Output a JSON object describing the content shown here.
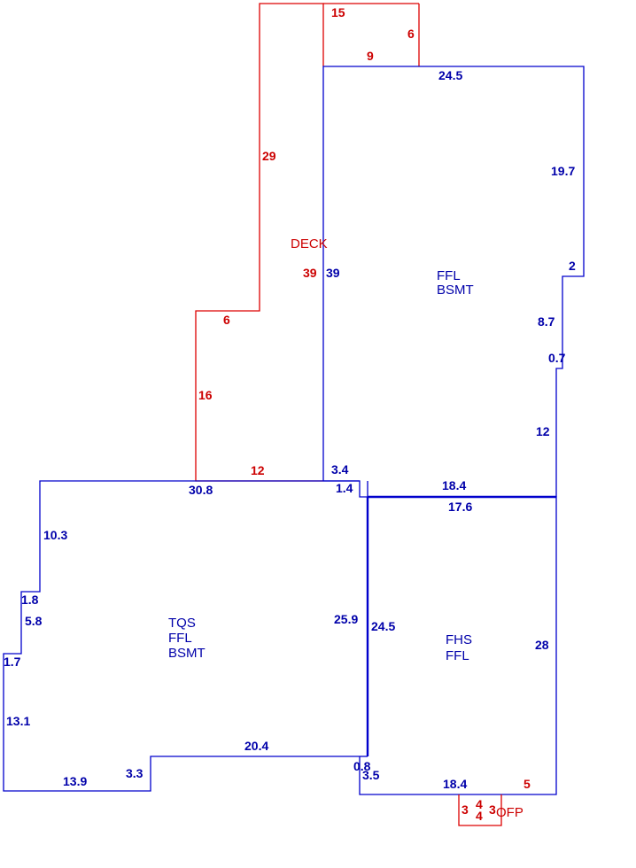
{
  "colors": {
    "blue": "#0000cc",
    "red": "#dd0000"
  },
  "areas": {
    "deck": {
      "label": "DECK"
    },
    "ffl_bsmt": {
      "line1": "FFL",
      "line2": "BSMT"
    },
    "tqs": {
      "line1": "TQS",
      "line2": "FFL",
      "line3": "BSMT"
    },
    "fhs": {
      "line1": "FHS",
      "line2": "FFL"
    },
    "ofp": {
      "label": "OFP"
    }
  },
  "dims": {
    "deck_15": "15",
    "deck_6_top": "6",
    "deck_9": "9",
    "deck_29": "29",
    "deck_39": "39",
    "deck_6_mid": "6",
    "deck_16": "16",
    "deck_12": "12",
    "bsmt_24_5": "24.5",
    "bsmt_19_7": "19.7",
    "bsmt_2": "2",
    "bsmt_39": "39",
    "bsmt_8_7": "8.7",
    "bsmt_0_7": "0.7",
    "bsmt_12": "12",
    "bsmt_3_4": "3.4",
    "bsmt_1_4": "1.4",
    "bsmt_18_4": "18.4",
    "tqs_30_8": "30.8",
    "tqs_10_3": "10.3",
    "tqs_1_8": "1.8",
    "tqs_5_8": "5.8",
    "tqs_1_7": "1.7",
    "tqs_13_1": "13.1",
    "tqs_13_9": "13.9",
    "tqs_3_3": "3.3",
    "tqs_20_4": "20.4",
    "tqs_25_9": "25.9",
    "tqs_0_8": "0.8",
    "fhs_17_6": "17.6",
    "fhs_24_5": "24.5",
    "fhs_28": "28",
    "fhs_3_5": "3.5",
    "fhs_18_4": "18.4",
    "ofp_5": "5",
    "ofp_3_left": "3",
    "ofp_4_top": "4",
    "ofp_4_bottom": "4",
    "ofp_3_right": "3"
  }
}
